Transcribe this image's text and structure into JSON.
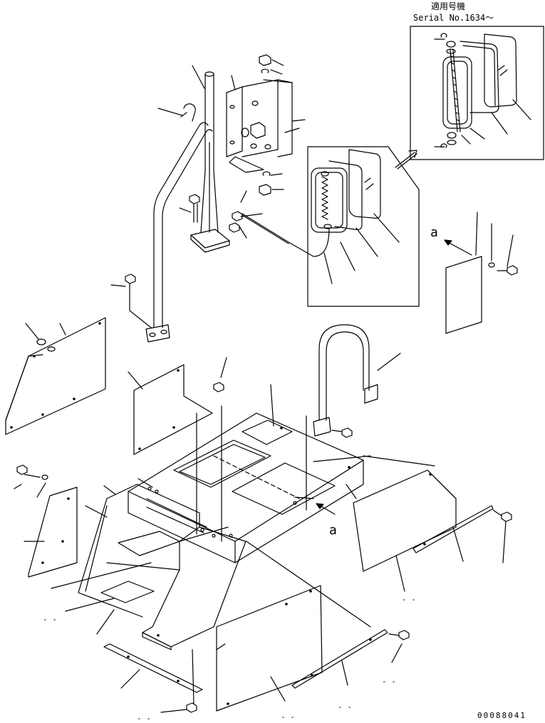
{
  "header": {
    "applicable_models_jp": "適用号機",
    "serial_range": "Serial No.1634～"
  },
  "callouts": {
    "arrow_a_upper": "a",
    "arrow_a_lower": "a",
    "dash_marks": [
      "- -",
      "- -",
      "- -",
      "- -",
      "- -",
      "- -"
    ]
  },
  "drawing_number": "00088041",
  "colors": {
    "ink": "#000000",
    "paper": "#ffffff"
  }
}
